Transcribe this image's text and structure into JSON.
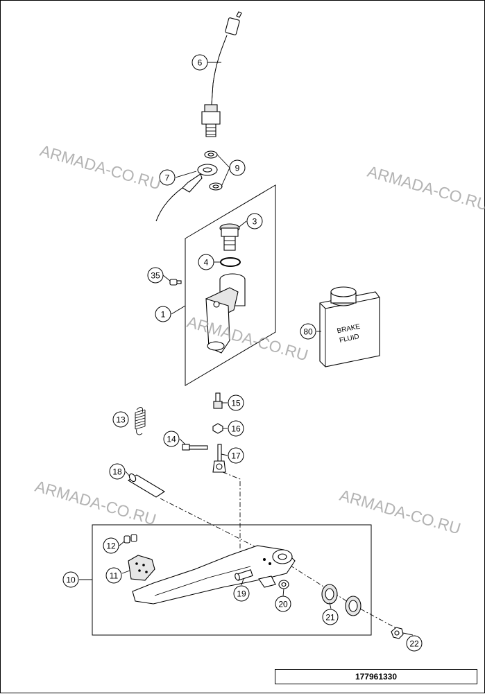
{
  "diagram": {
    "callouts": [
      {
        "id": "c6",
        "label": "6"
      },
      {
        "id": "c9",
        "label": "9"
      },
      {
        "id": "c7",
        "label": "7"
      },
      {
        "id": "c3",
        "label": "3"
      },
      {
        "id": "c4",
        "label": "4"
      },
      {
        "id": "c35",
        "label": "35"
      },
      {
        "id": "c1",
        "label": "1"
      },
      {
        "id": "c80",
        "label": "80"
      },
      {
        "id": "c13",
        "label": "13"
      },
      {
        "id": "c15",
        "label": "15"
      },
      {
        "id": "c16",
        "label": "16"
      },
      {
        "id": "c14",
        "label": "14"
      },
      {
        "id": "c17",
        "label": "17"
      },
      {
        "id": "c18",
        "label": "18"
      },
      {
        "id": "c12",
        "label": "12"
      },
      {
        "id": "c11",
        "label": "11"
      },
      {
        "id": "c10",
        "label": "10"
      },
      {
        "id": "c19",
        "label": "19"
      },
      {
        "id": "c20",
        "label": "20"
      },
      {
        "id": "c21",
        "label": "21"
      },
      {
        "id": "c22",
        "label": "22"
      }
    ],
    "brake_fluid_label": [
      "BRAKE",
      "FLUID"
    ],
    "watermark": "ARMADA-CO.RU",
    "part_number": "177961330"
  }
}
